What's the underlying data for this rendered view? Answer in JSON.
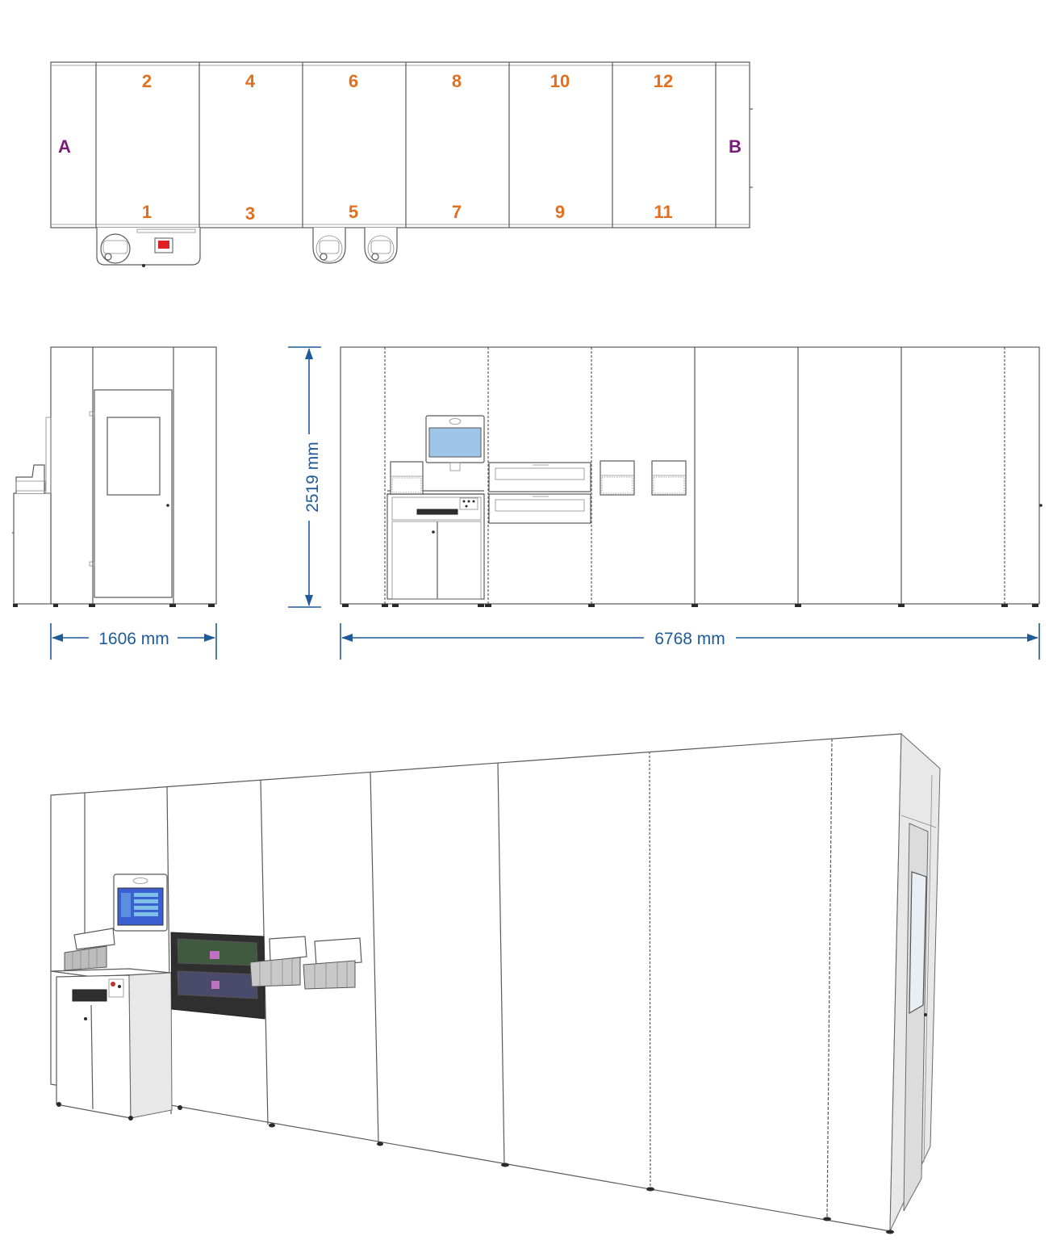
{
  "colors": {
    "slot_label": "#e07020",
    "end_label": "#7a1a7a",
    "dimension": "#1f5b99",
    "screen": "#9ec6ea",
    "indicator": "#e02020"
  },
  "top_view": {
    "slot_top_labels": [
      "2",
      "4",
      "6",
      "8",
      "10",
      "12"
    ],
    "slot_bottom_labels": [
      "1",
      "3",
      "5",
      "7",
      "9",
      "11"
    ],
    "end_left": "A",
    "end_right": "B"
  },
  "dimensions": {
    "width": "1606 mm",
    "height": "2519 mm",
    "length": "6768 mm"
  }
}
